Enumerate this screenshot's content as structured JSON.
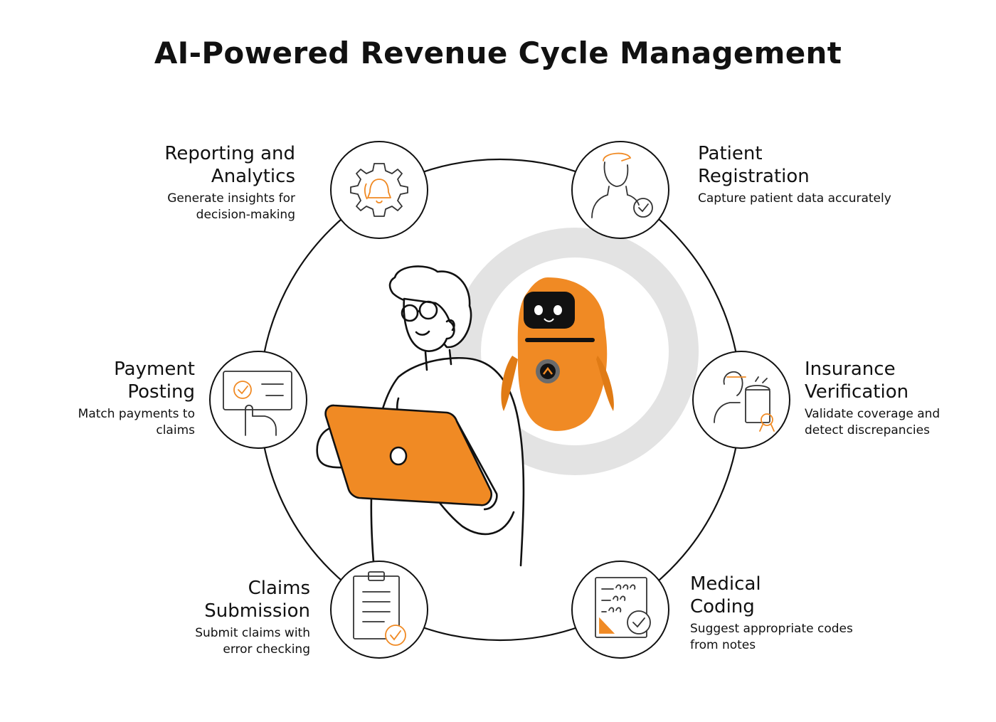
{
  "title": "AI-Powered Revenue Cycle Management",
  "accent_color": "#F08A24",
  "line_color": "#111111",
  "steps": [
    {
      "id": "reporting",
      "title_line1": "Reporting and",
      "title_line2": "Analytics",
      "desc_line1": "Generate insights for",
      "desc_line2": "decision-making",
      "icon": "gear-bell-icon"
    },
    {
      "id": "patient",
      "title_line1": "Patient",
      "title_line2": "Registration",
      "desc_line1": "Capture patient data accurately",
      "icon": "patient-check-icon"
    },
    {
      "id": "payment",
      "title_line1": "Payment",
      "title_line2": "Posting",
      "desc_line1": "Match payments to",
      "desc_line2": "claims",
      "icon": "payment-screen-icon"
    },
    {
      "id": "insurance",
      "title_line1": "Insurance",
      "title_line2": "Verification",
      "desc_line1": "Validate coverage and",
      "desc_line2": "detect discrepancies",
      "icon": "insurance-document-icon"
    },
    {
      "id": "claims",
      "title_line1": "Claims",
      "title_line2": "Submission",
      "desc_line1": "Submit claims with",
      "desc_line2": "error checking",
      "icon": "clipboard-check-icon"
    },
    {
      "id": "coding",
      "title_line1": "Medical",
      "title_line2": "Coding",
      "desc_line1": "Suggest appropriate codes",
      "desc_line2": "from notes",
      "icon": "coding-sheet-icon"
    }
  ]
}
